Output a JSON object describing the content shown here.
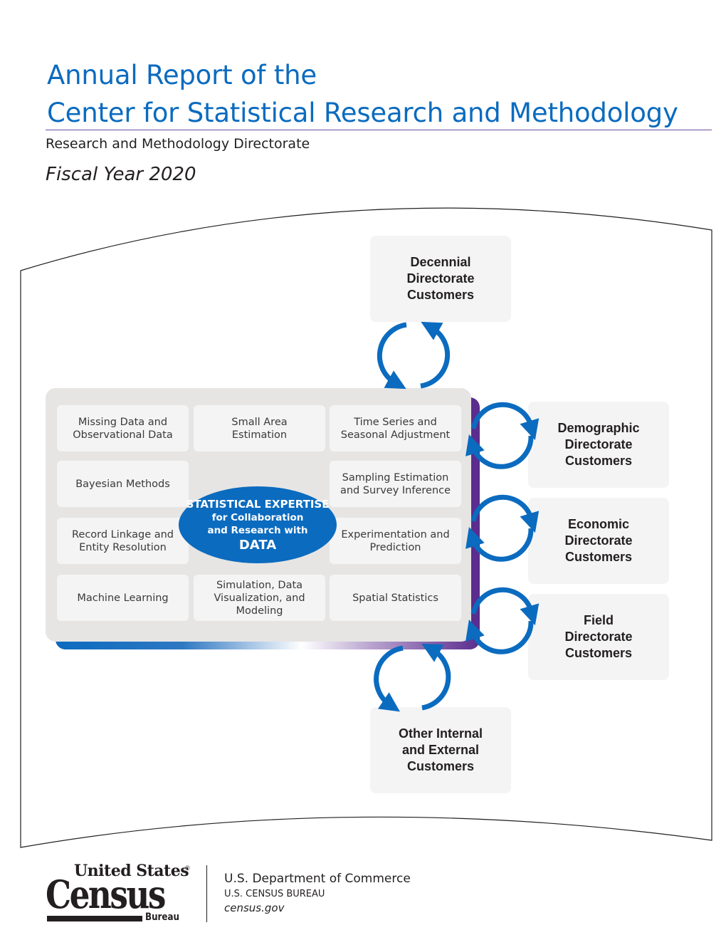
{
  "header": {
    "title_line1": "Annual Report of the",
    "title_line2": "Center for Statistical Research and Methodology",
    "subtitle": "Research and Methodology Directorate",
    "fiscal_year": "Fiscal Year 2020"
  },
  "colors": {
    "accent_blue": "#0b6bbf",
    "accent_purple": "#5b2d8e",
    "box_gray": "#f4f4f4",
    "matrix_gray": "#e6e5e4"
  },
  "customers": {
    "decennial": [
      "Decennial",
      "Directorate",
      "Customers"
    ],
    "demographic": [
      "Demographic",
      "Directorate",
      "Customers"
    ],
    "economic": [
      "Economic",
      "Directorate",
      "Customers"
    ],
    "field": [
      "Field",
      "Directorate",
      "Customers"
    ],
    "other": [
      "Other Internal",
      "and External",
      "Customers"
    ]
  },
  "matrix": {
    "cells": [
      [
        "Missing Data and",
        "Observational Data"
      ],
      [
        "Small Area",
        "Estimation"
      ],
      [
        "Time Series and",
        "Seasonal Adjustment"
      ],
      [
        "Bayesian Methods"
      ],
      [
        "Sampling Estimation",
        "and Survey Inference"
      ],
      [
        "Record Linkage and",
        "Entity Resolution"
      ],
      [
        "Experimentation and",
        "Prediction"
      ],
      [
        "Machine Learning"
      ],
      [
        "Simulation, Data",
        "Visualization, and",
        "Modeling"
      ],
      [
        "Spatial Statistics"
      ]
    ],
    "center": {
      "line1": "STATISTICAL EXPERTISE",
      "line2": "for Collaboration",
      "line3": "and Research with",
      "line4": "DATA"
    }
  },
  "footer": {
    "logo_line1": "United States",
    "logo_reg": "®",
    "logo_line2": "Census",
    "logo_line3": "Bureau",
    "department": "U.S. Department of Commerce",
    "bureau": "U.S. CENSUS BUREAU",
    "website": "census.gov"
  }
}
